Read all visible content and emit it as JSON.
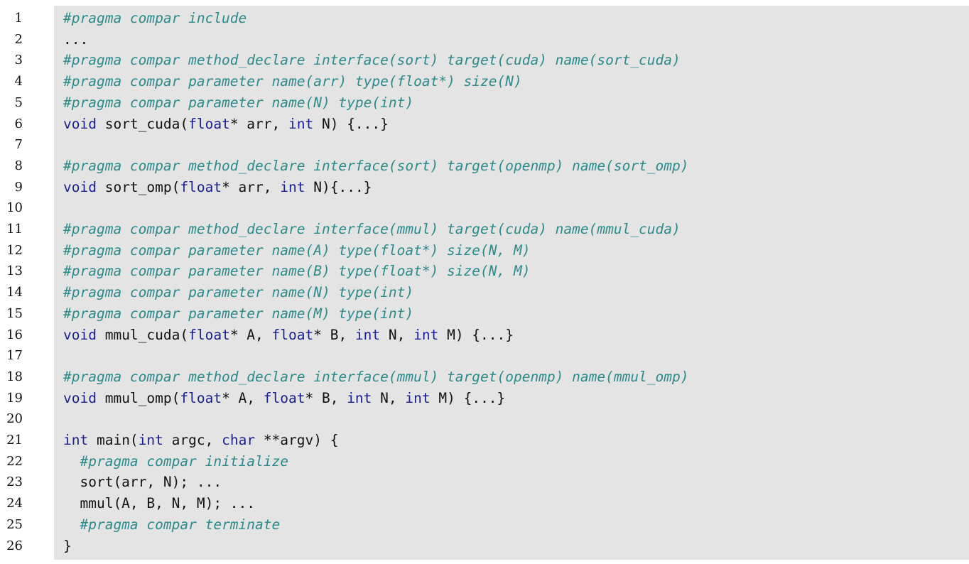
{
  "listing": {
    "lines": [
      {
        "num": "1",
        "indent": "",
        "parts": [
          {
            "t": "p",
            "s": "#pragma compar include"
          }
        ]
      },
      {
        "num": "2",
        "indent": "",
        "parts": [
          {
            "t": "x",
            "s": "..."
          }
        ]
      },
      {
        "num": "3",
        "indent": "",
        "parts": [
          {
            "t": "p",
            "s": "#pragma compar method_declare interface(sort) target(cuda) name(sort_cuda)"
          }
        ]
      },
      {
        "num": "4",
        "indent": "",
        "parts": [
          {
            "t": "p",
            "s": "#pragma compar parameter name(arr) type(float*) size(N)"
          }
        ]
      },
      {
        "num": "5",
        "indent": "",
        "parts": [
          {
            "t": "p",
            "s": "#pragma compar parameter name(N) type(int)"
          }
        ]
      },
      {
        "num": "6",
        "indent": "",
        "parts": [
          {
            "t": "k",
            "s": "void"
          },
          {
            "t": "x",
            "s": " sort_cuda("
          },
          {
            "t": "k",
            "s": "float"
          },
          {
            "t": "x",
            "s": "* arr, "
          },
          {
            "t": "k",
            "s": "int"
          },
          {
            "t": "x",
            "s": " N) {...}"
          }
        ]
      },
      {
        "num": "7",
        "indent": "",
        "parts": []
      },
      {
        "num": "8",
        "indent": "",
        "parts": [
          {
            "t": "p",
            "s": "#pragma compar method_declare interface(sort) target(openmp) name(sort_omp)"
          }
        ]
      },
      {
        "num": "9",
        "indent": "",
        "parts": [
          {
            "t": "k",
            "s": "void"
          },
          {
            "t": "x",
            "s": " sort_omp("
          },
          {
            "t": "k",
            "s": "float"
          },
          {
            "t": "x",
            "s": "* arr, "
          },
          {
            "t": "k",
            "s": "int"
          },
          {
            "t": "x",
            "s": " N){...}"
          }
        ]
      },
      {
        "num": "10",
        "indent": "",
        "parts": []
      },
      {
        "num": "11",
        "indent": "",
        "parts": [
          {
            "t": "p",
            "s": "#pragma compar method_declare interface(mmul) target(cuda) name(mmul_cuda)"
          }
        ]
      },
      {
        "num": "12",
        "indent": "",
        "parts": [
          {
            "t": "p",
            "s": "#pragma compar parameter name(A) type(float*) size(N, M)"
          }
        ]
      },
      {
        "num": "13",
        "indent": "",
        "parts": [
          {
            "t": "p",
            "s": "#pragma compar parameter name(B) type(float*) size(N, M)"
          }
        ]
      },
      {
        "num": "14",
        "indent": "",
        "parts": [
          {
            "t": "p",
            "s": "#pragma compar parameter name(N) type(int)"
          }
        ]
      },
      {
        "num": "15",
        "indent": "",
        "parts": [
          {
            "t": "p",
            "s": "#pragma compar parameter name(M) type(int)"
          }
        ]
      },
      {
        "num": "16",
        "indent": "",
        "parts": [
          {
            "t": "k",
            "s": "void"
          },
          {
            "t": "x",
            "s": " mmul_cuda("
          },
          {
            "t": "k",
            "s": "float"
          },
          {
            "t": "x",
            "s": "* A, "
          },
          {
            "t": "k",
            "s": "float"
          },
          {
            "t": "x",
            "s": "* B, "
          },
          {
            "t": "k",
            "s": "int"
          },
          {
            "t": "x",
            "s": " N, "
          },
          {
            "t": "k",
            "s": "int"
          },
          {
            "t": "x",
            "s": " M) {...}"
          }
        ]
      },
      {
        "num": "17",
        "indent": "",
        "parts": []
      },
      {
        "num": "18",
        "indent": "",
        "parts": [
          {
            "t": "p",
            "s": "#pragma compar method_declare interface(mmul) target(openmp) name(mmul_omp)"
          }
        ]
      },
      {
        "num": "19",
        "indent": "",
        "parts": [
          {
            "t": "k",
            "s": "void"
          },
          {
            "t": "x",
            "s": " mmul_omp("
          },
          {
            "t": "k",
            "s": "float"
          },
          {
            "t": "x",
            "s": "* A, "
          },
          {
            "t": "k",
            "s": "float"
          },
          {
            "t": "x",
            "s": "* B, "
          },
          {
            "t": "k",
            "s": "int"
          },
          {
            "t": "x",
            "s": " N, "
          },
          {
            "t": "k",
            "s": "int"
          },
          {
            "t": "x",
            "s": " M) {...}"
          }
        ]
      },
      {
        "num": "20",
        "indent": "",
        "parts": []
      },
      {
        "num": "21",
        "indent": "",
        "parts": [
          {
            "t": "k",
            "s": "int"
          },
          {
            "t": "x",
            "s": " main("
          },
          {
            "t": "k",
            "s": "int"
          },
          {
            "t": "x",
            "s": " argc, "
          },
          {
            "t": "k",
            "s": "char"
          },
          {
            "t": "x",
            "s": " **argv) {"
          }
        ]
      },
      {
        "num": "22",
        "indent": "  ",
        "parts": [
          {
            "t": "p",
            "s": "#pragma compar initialize"
          }
        ]
      },
      {
        "num": "23",
        "indent": "  ",
        "parts": [
          {
            "t": "x",
            "s": "sort(arr, N); ..."
          }
        ]
      },
      {
        "num": "24",
        "indent": "  ",
        "parts": [
          {
            "t": "x",
            "s": "mmul(A, B, N, M); ..."
          }
        ]
      },
      {
        "num": "25",
        "indent": "  ",
        "parts": [
          {
            "t": "p",
            "s": "#pragma compar terminate"
          }
        ]
      },
      {
        "num": "26",
        "indent": "",
        "parts": [
          {
            "t": "x",
            "s": "}"
          }
        ]
      }
    ],
    "colors": {
      "background": "#e4e4e4",
      "pragma": "#2b8a8a",
      "keyword": "#1a1f8f",
      "text": "#111111"
    }
  }
}
